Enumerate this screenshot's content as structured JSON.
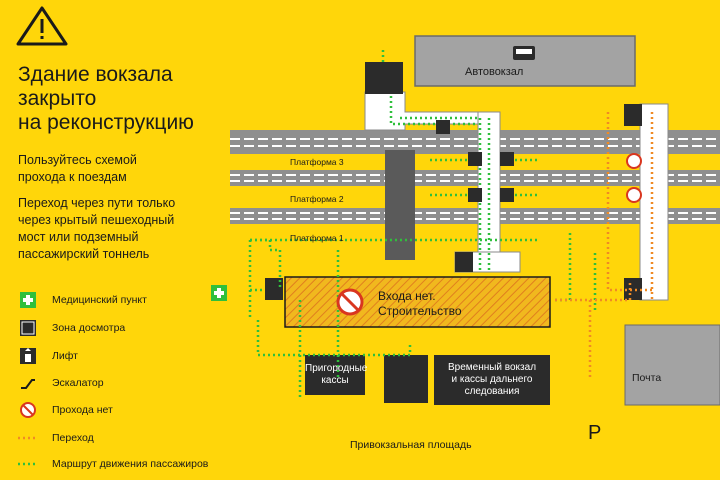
{
  "header": {
    "title_lines": [
      "Здание вокзала",
      "закрыто",
      "на реконструкцию"
    ],
    "paragraph1_lines": [
      "Пользуйтесь схемой",
      "прохода к поездам"
    ],
    "paragraph2_lines": [
      "Переход через пути только",
      "через крытый пешеходный",
      "мост или подземный",
      "пассажирский тоннель"
    ]
  },
  "map": {
    "bus_station": "Автовокзал",
    "platforms": [
      "Платформа 3",
      "Платформа 2",
      "Платформа 1"
    ],
    "construction": [
      "Входа нет.",
      "Строительство"
    ],
    "suburban_ticket_office": [
      "Пригородные",
      "кассы"
    ],
    "temporary_station": [
      "Временный вокзал",
      "и кассы дальнего",
      "следования"
    ],
    "post_office": "Почта",
    "square": "Привокзальная площадь",
    "parking": "P"
  },
  "legend": [
    {
      "label": "Медицинский пункт",
      "icon": "medical-icon"
    },
    {
      "label": "Зона досмотра",
      "icon": "inspection-icon"
    },
    {
      "label": "Лифт",
      "icon": "elevator-icon"
    },
    {
      "label": "Эскалатор",
      "icon": "escalator-icon"
    },
    {
      "label": "Прохода нет",
      "icon": "no-entry-icon"
    },
    {
      "label": "Переход",
      "icon": "crossing-line-icon"
    },
    {
      "label": "Маршрут движения пассажиров",
      "icon": "route-line-icon"
    }
  ],
  "colors": {
    "background": "#FFD60A",
    "dark": "#2b2b2b",
    "grey": "#9a9a9a",
    "route": "#2fbf3c",
    "crossing": "#f08a24",
    "medical": "#2fbf3c"
  }
}
